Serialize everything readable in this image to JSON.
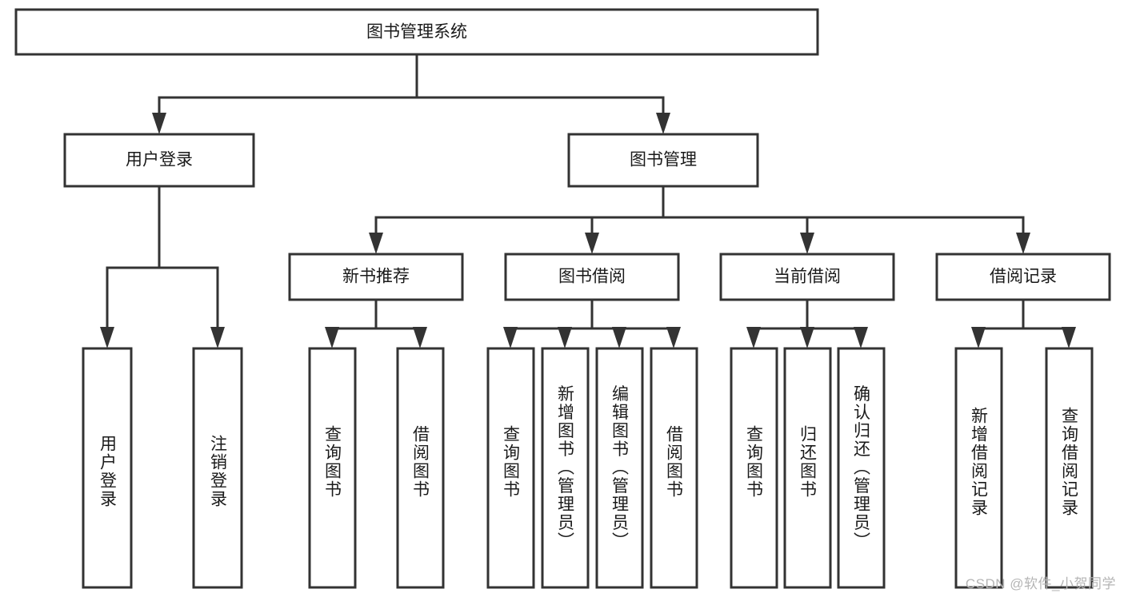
{
  "diagram": {
    "type": "tree-hierarchy",
    "title": "图书管理系统",
    "root": {
      "id": "root",
      "label": "图书管理系统",
      "orientation": "horizontal"
    },
    "level2": [
      {
        "id": "user-login",
        "label": "用户登录",
        "orientation": "horizontal"
      },
      {
        "id": "book-management",
        "label": "图书管理",
        "orientation": "horizontal"
      }
    ],
    "level3": [
      {
        "id": "new-book-recommend",
        "label": "新书推荐",
        "orientation": "horizontal",
        "parent": "book-management"
      },
      {
        "id": "book-borrow",
        "label": "图书借阅",
        "orientation": "horizontal",
        "parent": "book-management"
      },
      {
        "id": "current-borrow",
        "label": "当前借阅",
        "orientation": "horizontal",
        "parent": "book-management"
      },
      {
        "id": "borrow-record",
        "label": "借阅记录",
        "orientation": "horizontal",
        "parent": "book-management"
      }
    ],
    "leaves": [
      {
        "id": "leaf-user-login",
        "label": "用户登录",
        "parent": "user-login",
        "orientation": "vertical",
        "align": "bottom"
      },
      {
        "id": "leaf-logout-login",
        "label": "注销登录",
        "parent": "user-login",
        "orientation": "vertical",
        "align": "bottom"
      },
      {
        "id": "leaf-query-book-1",
        "label": "查询图书",
        "parent": "new-book-recommend",
        "orientation": "vertical",
        "align": "middle"
      },
      {
        "id": "leaf-borrow-book-1",
        "label": "借阅图书",
        "parent": "new-book-recommend",
        "orientation": "vertical",
        "align": "middle"
      },
      {
        "id": "leaf-query-book-2",
        "label": "查询图书",
        "parent": "book-borrow",
        "orientation": "vertical",
        "align": "middle"
      },
      {
        "id": "leaf-add-book",
        "label": "新增图书（管理员）",
        "parent": "book-borrow",
        "orientation": "vertical",
        "align": "top"
      },
      {
        "id": "leaf-edit-book",
        "label": "编辑图书（管理员）",
        "parent": "book-borrow",
        "orientation": "vertical",
        "align": "top"
      },
      {
        "id": "leaf-borrow-book-2",
        "label": "借阅图书",
        "parent": "book-borrow",
        "orientation": "vertical",
        "align": "middle"
      },
      {
        "id": "leaf-query-book-3",
        "label": "查询图书",
        "parent": "current-borrow",
        "orientation": "vertical",
        "align": "middle"
      },
      {
        "id": "leaf-return-book",
        "label": "归还图书",
        "parent": "current-borrow",
        "orientation": "vertical",
        "align": "middle"
      },
      {
        "id": "leaf-confirm-return",
        "label": "确认归还（管理员）",
        "parent": "current-borrow",
        "orientation": "vertical",
        "align": "top"
      },
      {
        "id": "leaf-add-record",
        "label": "新增借阅记录",
        "parent": "borrow-record",
        "orientation": "vertical",
        "align": "middle"
      },
      {
        "id": "leaf-query-record",
        "label": "查询借阅记录",
        "parent": "borrow-record",
        "orientation": "vertical",
        "align": "middle"
      }
    ]
  },
  "watermark": {
    "text": "CSDN @软件_小贺同学"
  },
  "colors": {
    "stroke": "#333333",
    "fill": "#ffffff",
    "text": "#1a1a1a",
    "watermark": "#b5b5b5"
  }
}
